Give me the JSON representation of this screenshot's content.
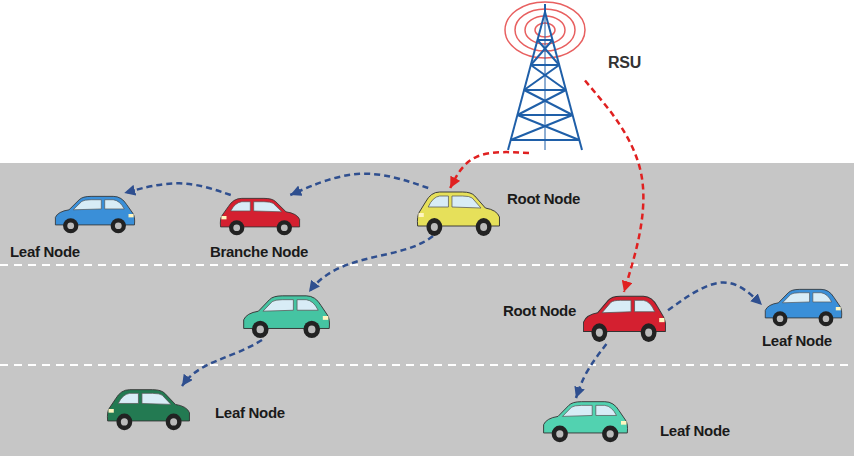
{
  "diagram": {
    "nodes": [
      {
        "text": [
          "RSU"
        ]
      },
      {
        "text": [
          "Leaf Node"
        ]
      },
      {
        "text": [
          "Branche Node"
        ]
      },
      {
        "text": [
          "Root Node"
        ]
      },
      {
        "text": [
          "Root Node"
        ]
      },
      {
        "text": [
          "Leaf Node"
        ]
      },
      {
        "text": [
          "Leaf Node"
        ]
      },
      {
        "text": [
          "Leaf Node"
        ]
      }
    ],
    "edges": [
      {
        "from": 0,
        "to": 3,
        "arrow": "to"
      },
      {
        "from": 0,
        "to": 4,
        "arrow": "to"
      },
      {
        "from": 3,
        "to": 2,
        "arrow": "to"
      },
      {
        "from": 2,
        "to": 1,
        "arrow": "to"
      },
      {
        "from": 4,
        "to": 5,
        "arrow": "to"
      },
      {
        "from": 4,
        "to": 7,
        "arrow": "to"
      }
    ]
  }
}
